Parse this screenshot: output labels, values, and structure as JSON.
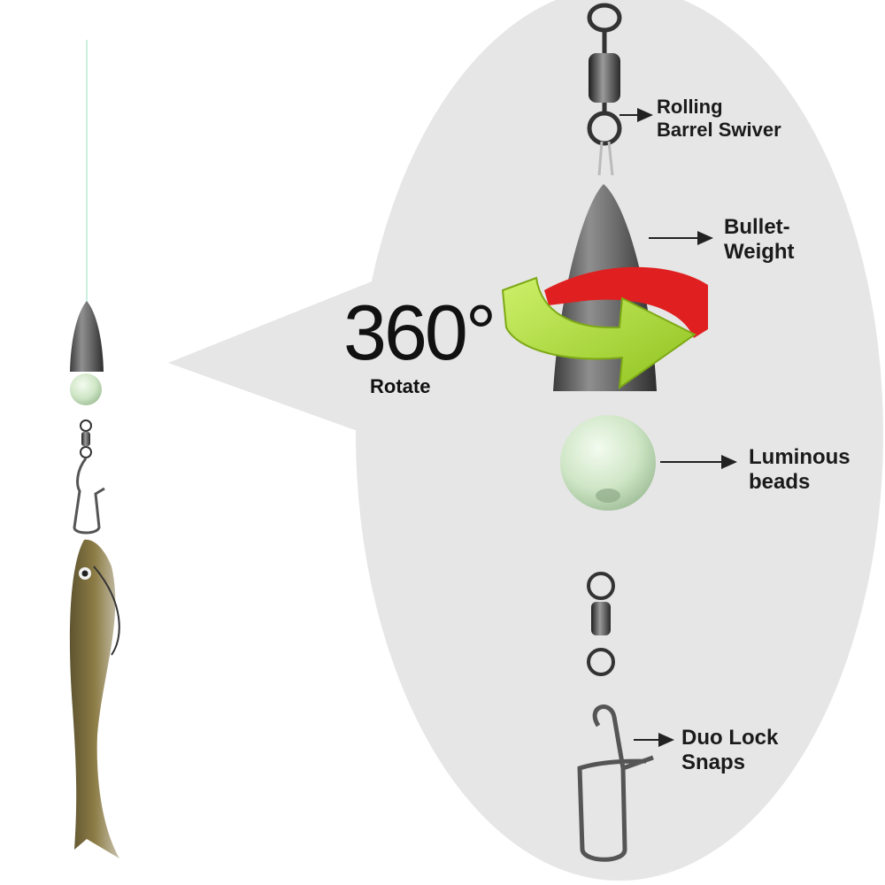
{
  "rotation": {
    "value": "360°",
    "caption": "Rotate"
  },
  "components": [
    {
      "id": "swivel",
      "lines": [
        "Rolling",
        "Barrel Swiver"
      ],
      "icon": "rolling-barrel-swivel-icon"
    },
    {
      "id": "weight",
      "lines": [
        "Bullet-",
        "Weight"
      ],
      "icon": "bullet-weight-icon"
    },
    {
      "id": "beads",
      "lines": [
        "Luminous",
        "beads"
      ],
      "icon": "luminous-bead-icon"
    },
    {
      "id": "snaps",
      "lines": [
        "Duo Lock",
        "Snaps"
      ],
      "icon": "duo-lock-snap-icon"
    }
  ],
  "colors": {
    "panel": "#e6e6e6",
    "line": "#c9f0df",
    "lead": "#6b6b6b",
    "bead": "#cfe8c9",
    "arrow_green": "#b6e03a",
    "arrow_red": "#e02020",
    "lure": "#7a6a3a"
  }
}
